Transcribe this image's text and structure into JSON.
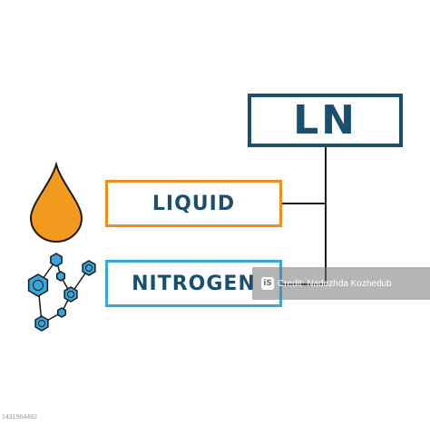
{
  "diagram": {
    "title": "LN",
    "terms": [
      "LIQUID",
      "NITROGEN"
    ]
  },
  "colors": {
    "primary": "#1a4f6e",
    "liquid_accent": "#f28c1c",
    "nitrogen_accent": "#3aa5dc"
  },
  "icons": {
    "liquid": "droplet-icon",
    "nitrogen": "molecule-icon"
  },
  "watermark": {
    "text": "Credit: Nadezhda Kozhedub",
    "logo": "iS"
  },
  "stock_id": "1431964482"
}
